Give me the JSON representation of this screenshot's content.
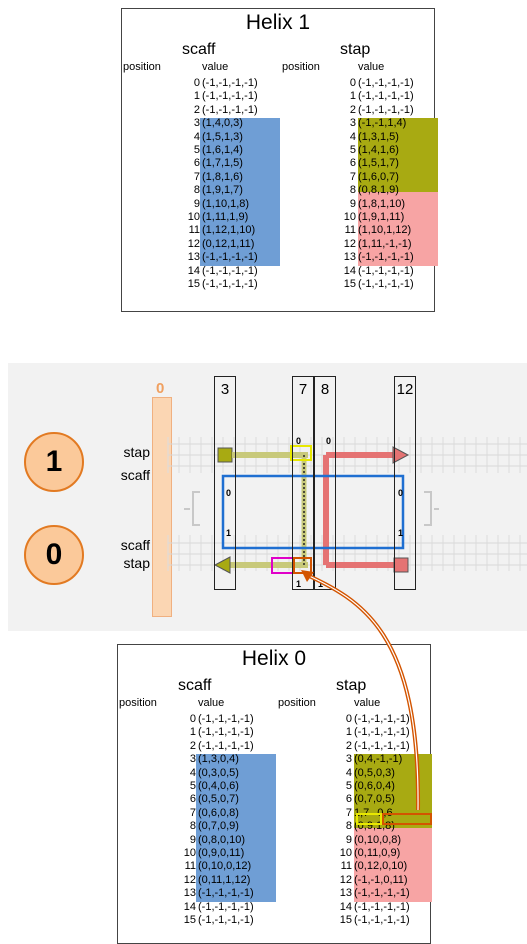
{
  "helix1": {
    "title": "Helix 1",
    "scaff_header": "scaff",
    "stap_header": "stap",
    "position_label": "position",
    "value_label": "value",
    "scaff_rows": [
      [
        "0",
        "(-1,-1,-1,-1)"
      ],
      [
        "1",
        "(-1,-1,-1,-1)"
      ],
      [
        "2",
        "(-1,-1,-1,-1)"
      ],
      [
        "3",
        "(1,4,0,3)"
      ],
      [
        "4",
        "(1,5,1,3)"
      ],
      [
        "5",
        "(1,6,1,4)"
      ],
      [
        "6",
        "(1,7,1,5)"
      ],
      [
        "7",
        "(1,8,1,6)"
      ],
      [
        "8",
        "(1,9,1,7)"
      ],
      [
        "9",
        "(1,10,1,8)"
      ],
      [
        "10",
        "(1,11,1,9)"
      ],
      [
        "11",
        "(1,12,1,10)"
      ],
      [
        "12",
        "(0,12,1,11)"
      ],
      [
        "13",
        "(-1,-1,-1,-1)"
      ],
      [
        "14",
        "(-1,-1,-1,-1)"
      ],
      [
        "15",
        "(-1,-1,-1,-1)"
      ]
    ],
    "stap_rows": [
      [
        "0",
        "(-1,-1,-1,-1)"
      ],
      [
        "1",
        "(-1,-1,-1,-1)"
      ],
      [
        "2",
        "(-1,-1,-1,-1)"
      ],
      [
        "3",
        "(-1,-1,1,4)"
      ],
      [
        "4",
        "(1,3,1,5)"
      ],
      [
        "5",
        "(1,4,1,6)"
      ],
      [
        "6",
        "(1,5,1,7)"
      ],
      [
        "7",
        "(1,6,0,7)"
      ],
      [
        "8",
        "(0,8,1,9)"
      ],
      [
        "9",
        "(1,8,1,10)"
      ],
      [
        "10",
        "(1,9,1,11)"
      ],
      [
        "11",
        "(1,10,1,12)"
      ],
      [
        "12",
        "(1,11,-1,-1)"
      ],
      [
        "13",
        "(-1,-1,-1,-1)"
      ],
      [
        "14",
        "(-1,-1,-1,-1)"
      ],
      [
        "15",
        "(-1,-1,-1,-1)"
      ]
    ]
  },
  "helix0": {
    "title": "Helix 0",
    "scaff_header": "scaff",
    "stap_header": "stap",
    "position_label": "position",
    "value_label": "value",
    "scaff_rows": [
      [
        "0",
        "(-1,-1,-1,-1)"
      ],
      [
        "1",
        "(-1,-1,-1,-1)"
      ],
      [
        "2",
        "(-1,-1,-1,-1)"
      ],
      [
        "3",
        "(1,3,0,4)"
      ],
      [
        "4",
        "(0,3,0,5)"
      ],
      [
        "5",
        "(0,4,0,6)"
      ],
      [
        "6",
        "(0,5,0,7)"
      ],
      [
        "7",
        "(0,6,0,8)"
      ],
      [
        "8",
        "(0,7,0,9)"
      ],
      [
        "9",
        "(0,8,0,10)"
      ],
      [
        "10",
        "(0,9,0,11)"
      ],
      [
        "11",
        "(0,10,0,12)"
      ],
      [
        "12",
        "(0,11,1,12)"
      ],
      [
        "13",
        "(-1,-1,-1,-1)"
      ],
      [
        "14",
        "(-1,-1,-1,-1)"
      ],
      [
        "15",
        "(-1,-1,-1,-1)"
      ]
    ],
    "stap_rows": [
      [
        "0",
        "(-1,-1,-1,-1)"
      ],
      [
        "1",
        "(-1,-1,-1,-1)"
      ],
      [
        "2",
        "(-1,-1,-1,-1)"
      ],
      [
        "3",
        "(0,4,-1,-1)"
      ],
      [
        "4",
        "(0,5,0,3)"
      ],
      [
        "5",
        "(0,6,0,4)"
      ],
      [
        "6",
        "(0,7,0,5)"
      ],
      [
        "7a",
        "1,7"
      ],
      [
        "7b",
        "0,6"
      ],
      [
        "8",
        "(0,9,1,8)"
      ],
      [
        "9",
        "(0,10,0,8)"
      ],
      [
        "10",
        "(0,11,0,9)"
      ],
      [
        "11",
        "(0,12,0,10)"
      ],
      [
        "12",
        "(-1,-1,0,11)"
      ],
      [
        "13",
        "(-1,-1,-1,-1)"
      ],
      [
        "14",
        "(-1,-1,-1,-1)"
      ],
      [
        "15",
        "(-1,-1,-1,-1)"
      ]
    ]
  },
  "viz": {
    "vhelix_top": "1",
    "vhelix_bottom": "0",
    "top_labels": [
      "stap",
      "scaff"
    ],
    "bottom_labels": [
      "scaff",
      "stap"
    ],
    "slice_label": "0",
    "columns": [
      "3",
      "7",
      "8",
      "12"
    ],
    "tick_labels": {
      "zero": "0",
      "one": "1"
    }
  },
  "colors": {
    "scaffold_blue": "#6f9ed5",
    "staple_olive": "#a8aa12",
    "staple_pink": "#f7a4a4",
    "scaffold_line": "#1f6fd1",
    "staple_line_olive": "#c8c97a",
    "staple_line_pink": "#e57373",
    "highlight_yellow": "#e8e800",
    "highlight_magenta": "#e000c8",
    "arrow_orange": "#d35400"
  }
}
